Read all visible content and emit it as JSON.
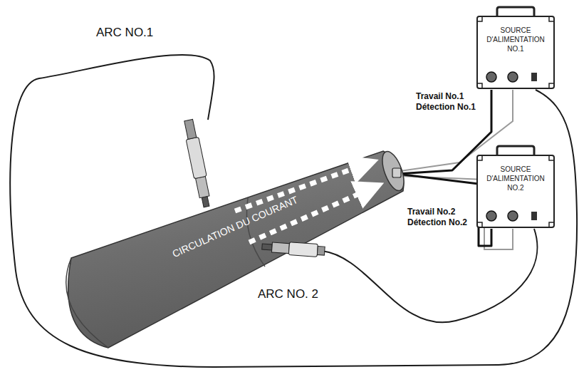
{
  "diagram": {
    "nodes": [
      {
        "text": [
          "CIRCULATION DU COURANT"
        ]
      },
      {
        "text": [
          "SOURCE D'ALIMENTATION NO.1"
        ]
      },
      {
        "text": [
          "SOURCE D'ALIMENTATION NO.2"
        ]
      }
    ],
    "edges": [
      {
        "from": 0,
        "to": 1,
        "arrow": "none"
      },
      {
        "from": 0,
        "to": 2,
        "arrow": "none"
      }
    ],
    "labels": [
      "ARC NO.1",
      "Travail No.1",
      "Détection No.1",
      "Travail No.2",
      "Détection No.2",
      "ARC NO. 2"
    ]
  }
}
